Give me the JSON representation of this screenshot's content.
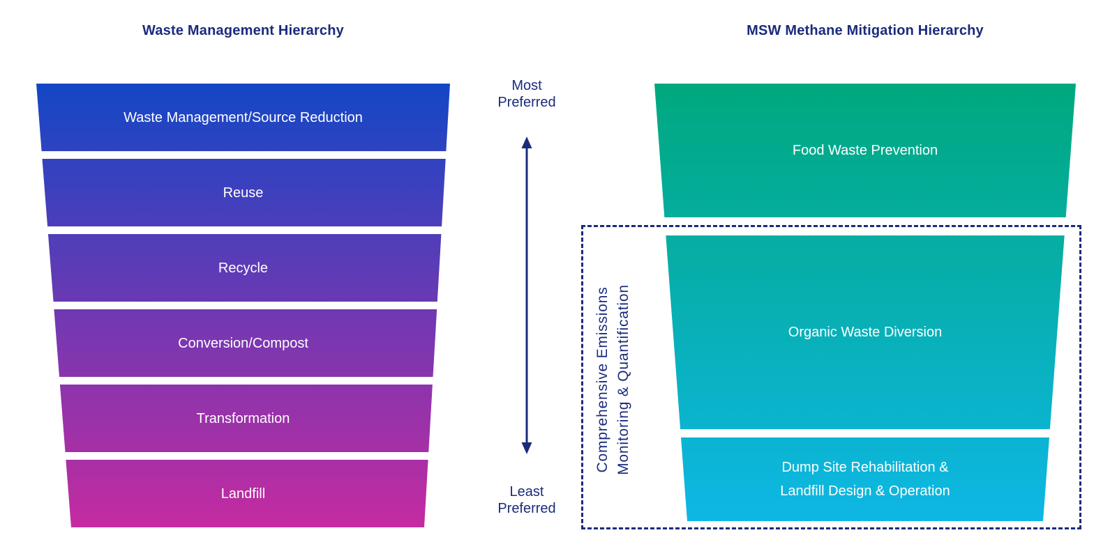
{
  "theme": {
    "page_bg": "#ffffff",
    "navy": "#1A2B7D",
    "label_text": "#ffffff"
  },
  "left_chart": {
    "title": "Waste Management Hierarchy",
    "gradient_top": "#1347C6",
    "gradient_bottom": "#C52BA0",
    "levels": [
      "Waste Management/Source Reduction",
      "Reuse",
      "Recycle",
      "Conversion/Compost",
      "Transformation",
      "Landfill"
    ]
  },
  "right_chart": {
    "title": "MSW Methane Mitigation Hierarchy",
    "gradient_top": "#00A87E",
    "gradient_bottom": "#0EB7E4",
    "levels": [
      "Food Waste Prevention",
      "Organic Waste Diversion",
      "Dump Site Rehabilitation &\nLandfill Design & Operation"
    ]
  },
  "preference_axis": {
    "most_label": "Most\nPreferred",
    "least_label": "Least\nPreferred"
  },
  "monitoring_box": {
    "label_line1": "Comprehensive Emissions",
    "label_line2": "Monitoring & Quantification"
  }
}
